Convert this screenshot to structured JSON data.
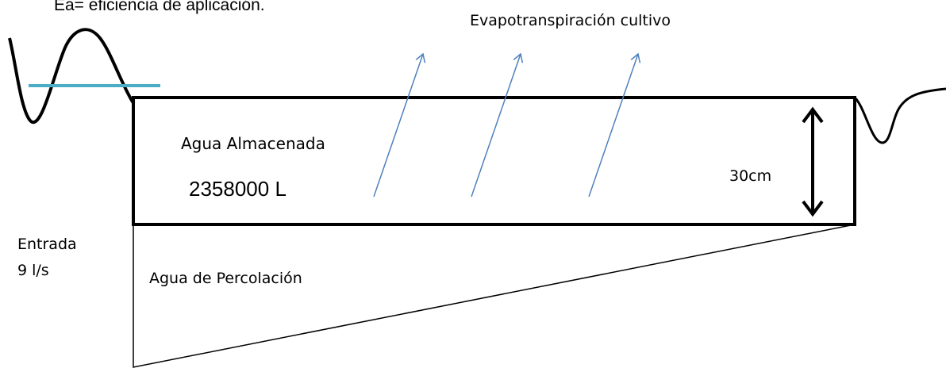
{
  "labels": {
    "efficiency_note": "Ea= eficiencia de aplicación.",
    "evapotranspiration": "Evapotranspiración cultivo",
    "stored_water": "Agua Almacenada",
    "stored_volume": "2358000 L",
    "depth": "30cm",
    "inflow": "Entrada",
    "inflow_rate": "9 l/s",
    "percolation": "Agua de Percolación"
  },
  "colors": {
    "outline": "#000000",
    "water_level": "#4bacc6",
    "evap_arrows": "#4f81bd"
  },
  "icons": [
    "inflow-wave-icon",
    "water-level-line",
    "evaporation-arrow-icon",
    "depth-arrow-icon",
    "outflow-wave-icon"
  ]
}
